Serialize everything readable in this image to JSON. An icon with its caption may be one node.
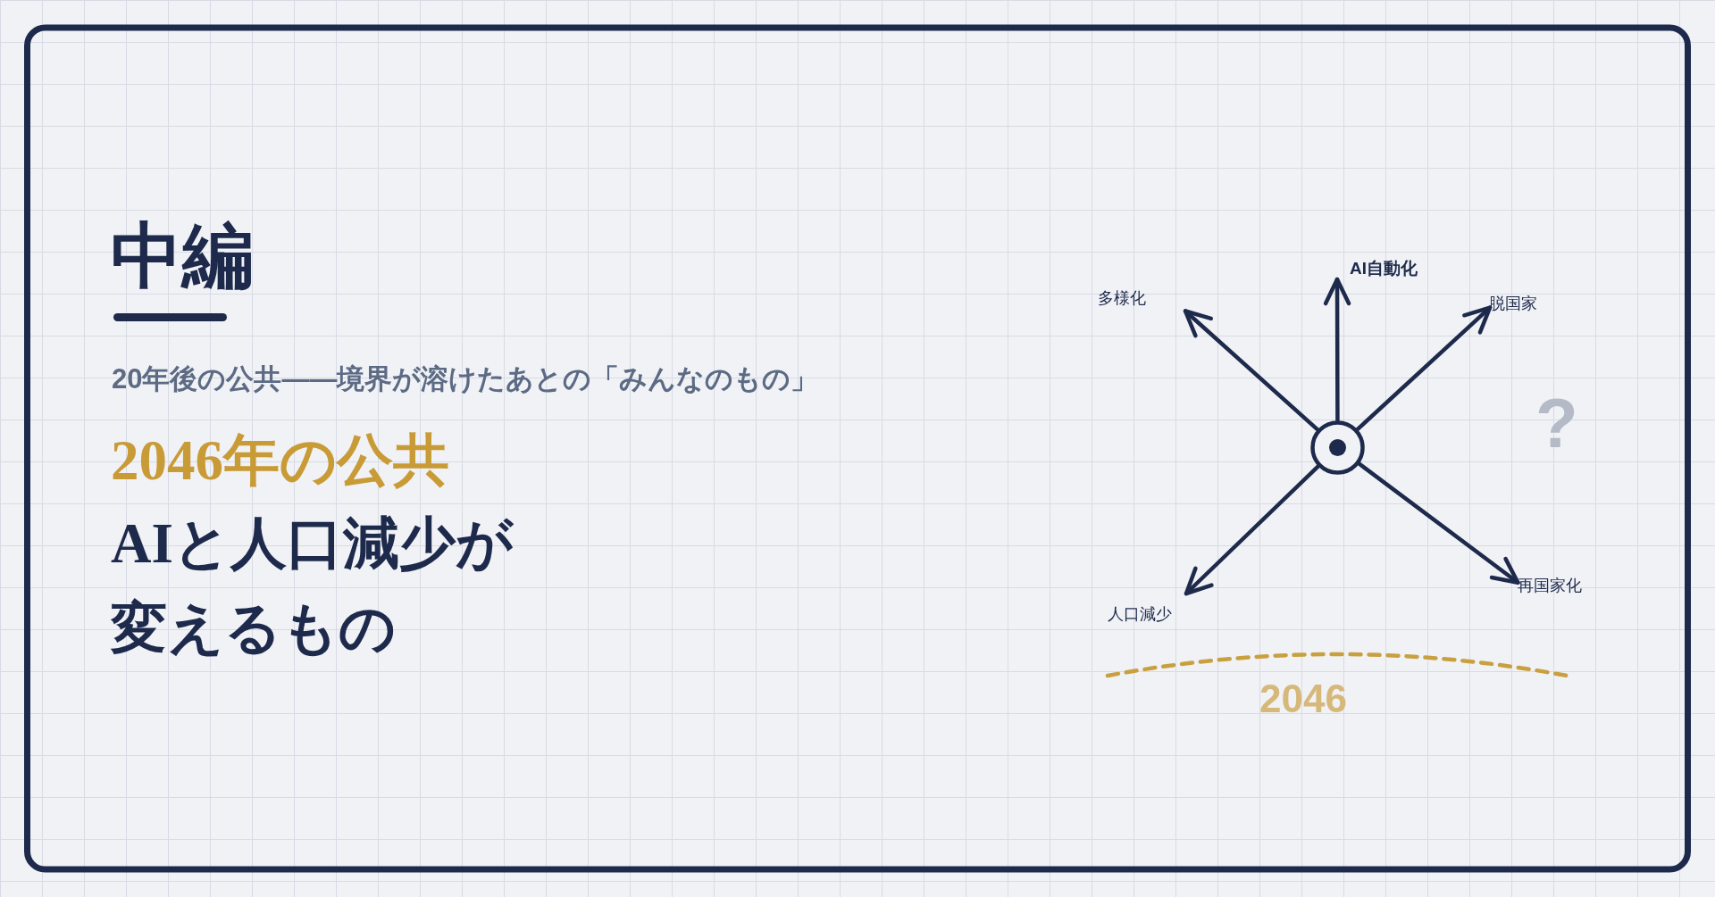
{
  "diagram": {
    "title": "中編",
    "nodes": [
      {
        "text": [
          "AI自動化"
        ]
      },
      {
        "text": [
          "多様化"
        ]
      },
      {
        "text": [
          "脱国家"
        ]
      },
      {
        "text": [],
        "shape": "circle"
      },
      {
        "text": [
          "再国家化"
        ]
      },
      {
        "text": [
          "人口減少"
        ]
      }
    ],
    "edges": [
      {
        "from": 3,
        "to": 0,
        "arrow": "to"
      },
      {
        "from": 3,
        "to": 1,
        "arrow": "to"
      },
      {
        "from": 3,
        "to": 2,
        "arrow": "to"
      },
      {
        "from": 3,
        "to": 4,
        "arrow": "to"
      },
      {
        "from": 3,
        "to": 5,
        "arrow": "to"
      }
    ],
    "labels": [
      "20年後の公共——境界が溶けたあとの「みんなのもの」",
      "2046年の公共",
      "AIと人口減少が変えるもの",
      "?",
      "2046"
    ]
  }
}
